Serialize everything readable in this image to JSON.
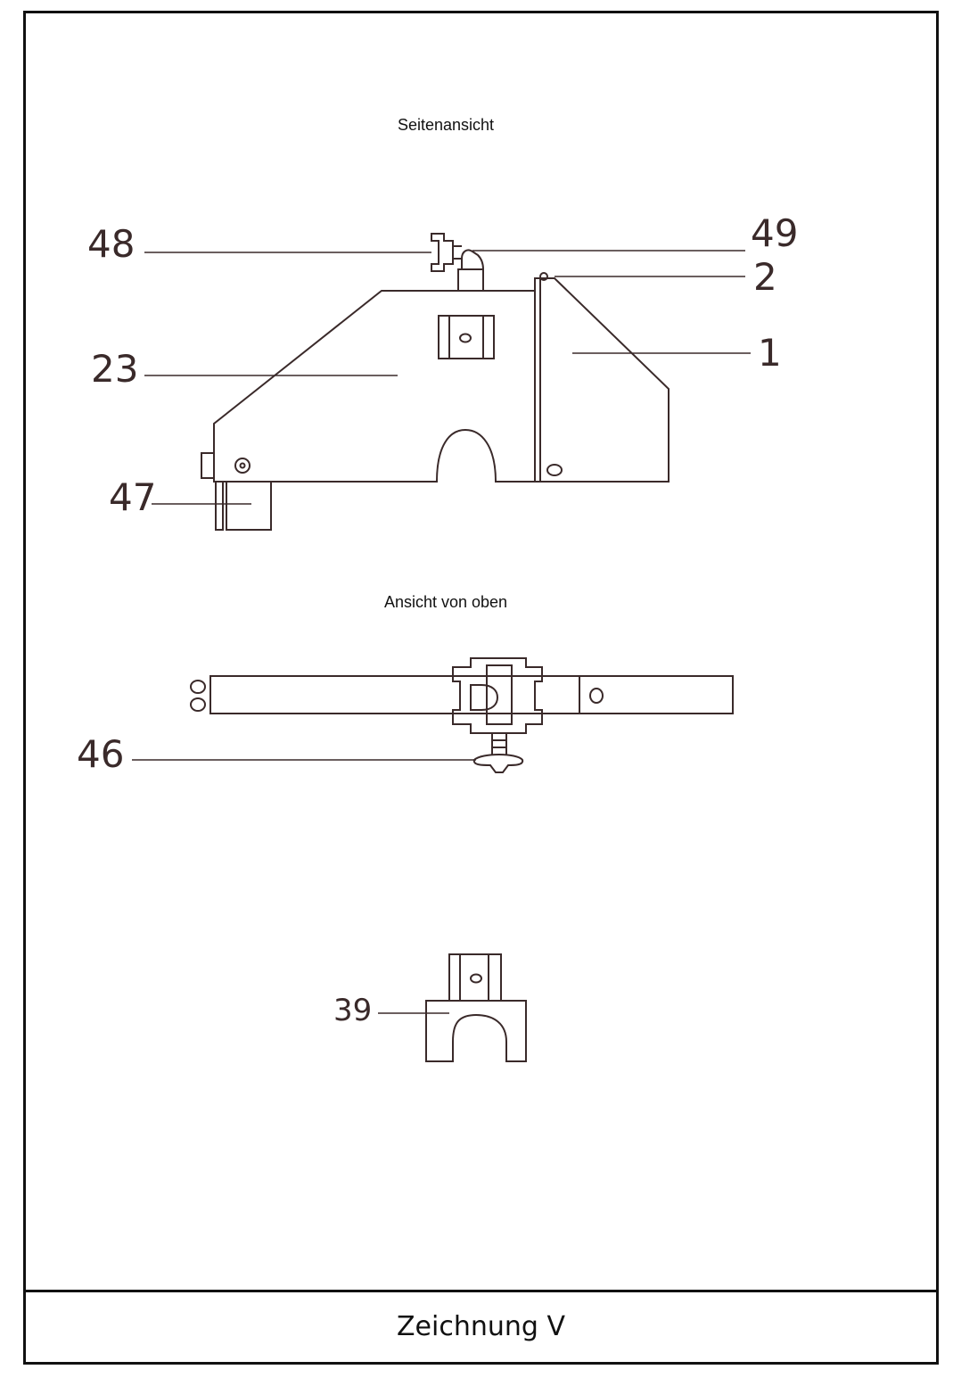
{
  "views": {
    "side_title": "Seitenansicht",
    "top_title": "Ansicht von oben"
  },
  "footer": {
    "title": "Zeichnung V"
  },
  "labels": {
    "l48": "48",
    "l49": "49",
    "l2": "2",
    "l23": "23",
    "l1": "1",
    "l47": "47",
    "l46": "46",
    "l39": "39"
  }
}
